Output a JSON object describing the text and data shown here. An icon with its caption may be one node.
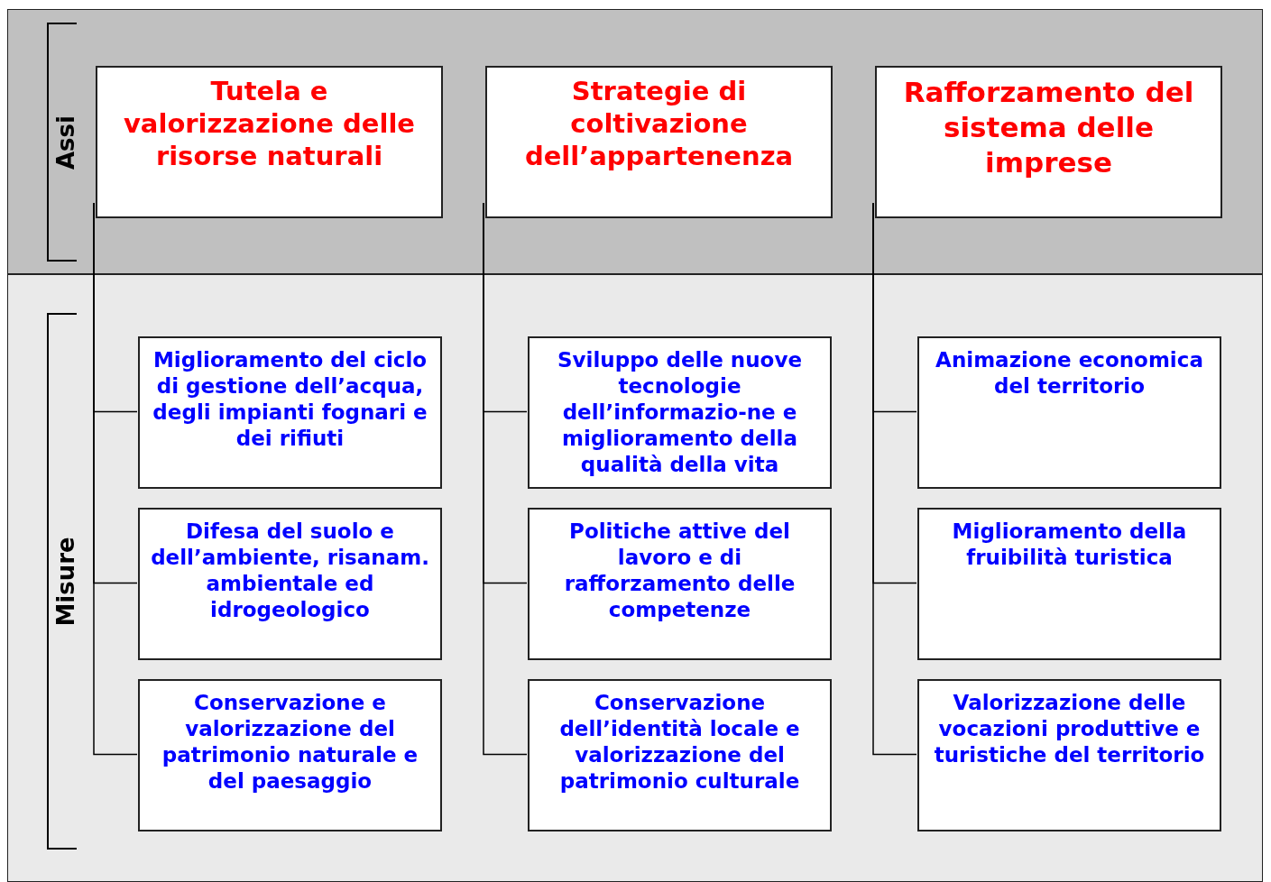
{
  "diagram": {
    "nodes": [
      {
        "text": [
          "Assi"
        ]
      },
      {
        "text": [
          "Misure"
        ]
      },
      {
        "text": [
          "Tutela e valorizzazione delle risorse naturali"
        ],
        "in": 0
      },
      {
        "text": [
          "Strategie di coltivazione dell’appartenenza"
        ],
        "in": 0
      },
      {
        "text": [
          "Rafforzamento del sistema delle imprese"
        ],
        "in": 0
      },
      {
        "text": [
          "Miglioramento del ciclo di gestione dell’acqua, degli impianti fognari e dei rifiuti"
        ],
        "in": 1
      },
      {
        "text": [
          "Sviluppo delle nuove tecnologie dell’informazio-ne e miglioramento della qualità della vita"
        ],
        "in": 1
      },
      {
        "text": [
          "Animazione economica del territorio"
        ],
        "in": 1
      },
      {
        "text": [
          "Difesa del suolo e dell’ambiente, risanam. ambientale ed idrogeologico"
        ],
        "in": 1
      },
      {
        "text": [
          "Politiche attive del lavoro e di rafforzamento delle competenze"
        ],
        "in": 1
      },
      {
        "text": [
          "Miglioramento della fruibilità turistica"
        ],
        "in": 1
      },
      {
        "text": [
          "Conservazione e valorizzazione del patrimonio naturale e del paesaggio"
        ],
        "in": 1
      },
      {
        "text": [
          "Conservazione dell’identità locale e valorizzazione del patrimonio culturale"
        ],
        "in": 1
      },
      {
        "text": [
          "Valorizzazione delle vocazioni produttive e turistiche del territorio"
        ],
        "in": 1
      }
    ],
    "edges": [
      {
        "from": 2,
        "to": 5,
        "arrow": "none"
      },
      {
        "from": 2,
        "to": 8,
        "arrow": "none"
      },
      {
        "from": 2,
        "to": 11,
        "arrow": "none"
      },
      {
        "from": 3,
        "to": 6,
        "arrow": "none"
      },
      {
        "from": 3,
        "to": 9,
        "arrow": "none"
      },
      {
        "from": 3,
        "to": 12,
        "arrow": "none"
      },
      {
        "from": 4,
        "to": 7,
        "arrow": "none"
      },
      {
        "from": 4,
        "to": 10,
        "arrow": "none"
      },
      {
        "from": 4,
        "to": 13,
        "arrow": "none"
      }
    ]
  }
}
